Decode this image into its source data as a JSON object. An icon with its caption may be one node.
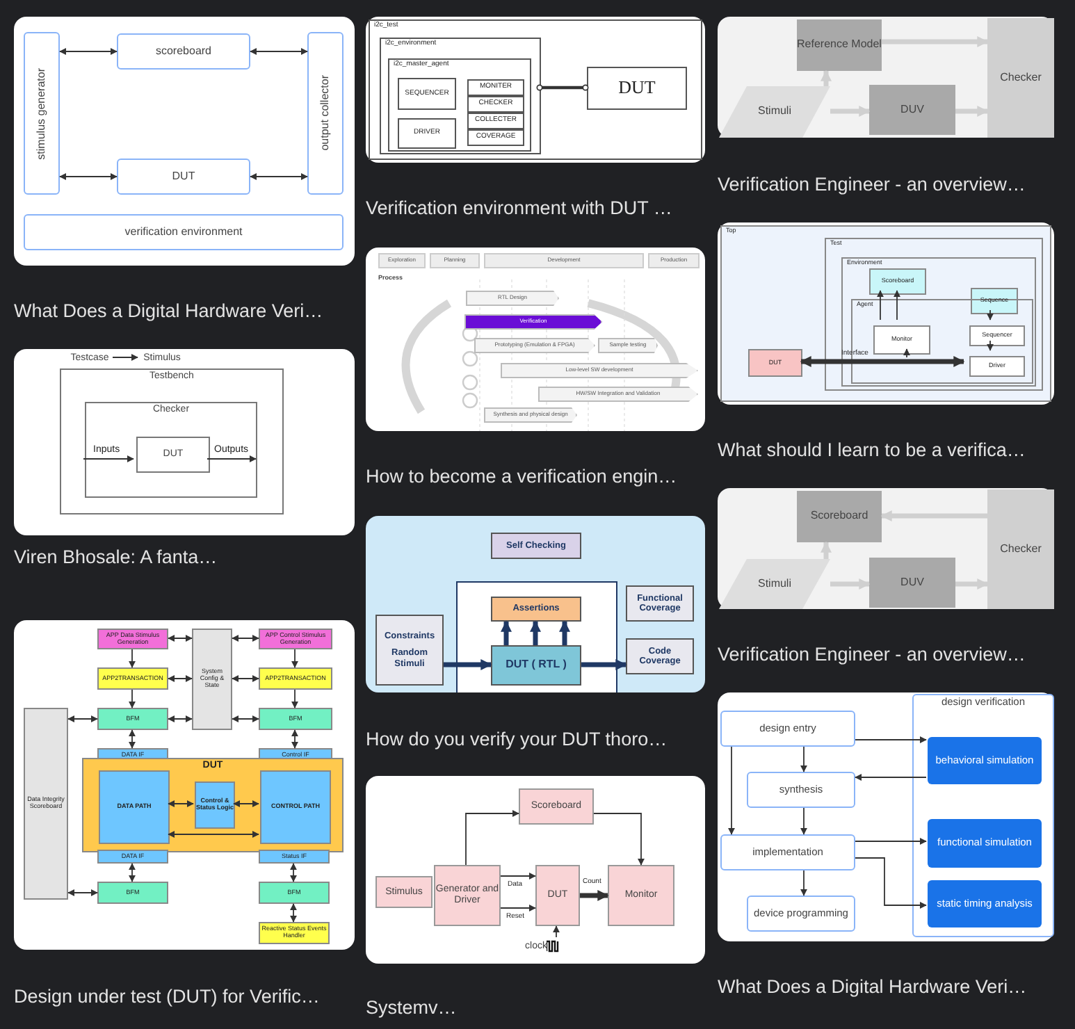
{
  "diagram": {
    "nodes": [
      {
        "text": [
          "What Does a Digital Hardware Veri…"
        ]
      },
      {
        "text": [
          "stimulus generator"
        ],
        "in": 0
      },
      {
        "text": [
          "scoreboard"
        ],
        "in": 0
      },
      {
        "text": [
          "output collector"
        ],
        "in": 0
      },
      {
        "text": [
          "DUT"
        ],
        "in": 0
      },
      {
        "text": [
          "verification environment"
        ],
        "in": 0
      },
      {
        "text": [
          "Viren Bhosale: A fanta…"
        ]
      },
      {
        "text": [
          "Testcase"
        ],
        "in": 6
      },
      {
        "text": [
          "Stimulus"
        ],
        "in": 6
      },
      {
        "text": [
          "Testbench"
        ],
        "in": 6
      },
      {
        "text": [
          "Checker"
        ],
        "in": 9
      },
      {
        "text": [
          "DUT"
        ],
        "in": 10
      },
      {
        "text": [
          "Design under test (DUT) for Verific…"
        ]
      },
      {
        "text": [
          "APP Data Stimulus Generation"
        ],
        "in": 12
      },
      {
        "text": [
          "System Config & State"
        ],
        "in": 12
      },
      {
        "text": [
          "APP Control Stimulus Generation"
        ],
        "in": 12
      },
      {
        "text": [
          "APP2TRANSACTION"
        ],
        "in": 12
      },
      {
        "text": [
          "APP2TRANSACTION"
        ],
        "in": 12
      },
      {
        "text": [
          "Data Integrity Scoreboard"
        ],
        "in": 12
      },
      {
        "text": [
          "BFM"
        ],
        "in": 12
      },
      {
        "text": [
          "BFM"
        ],
        "in": 12
      },
      {
        "text": [
          "DATA IF"
        ],
        "in": 12
      },
      {
        "text": [
          "Control IF"
        ],
        "in": 12
      },
      {
        "text": [
          "DUT"
        ],
        "in": 12
      },
      {
        "text": [
          "DATA PATH"
        ],
        "in": 23
      },
      {
        "text": [
          "Control & Status Logic"
        ],
        "in": 23
      },
      {
        "text": [
          "CONTROL PATH"
        ],
        "in": 23
      },
      {
        "text": [
          "DATA IF"
        ],
        "in": 12
      },
      {
        "text": [
          "Status IF"
        ],
        "in": 12
      },
      {
        "text": [
          "BFM"
        ],
        "in": 12
      },
      {
        "text": [
          "BFM"
        ],
        "in": 12
      },
      {
        "text": [
          "Reactive Status Events Handler"
        ],
        "in": 12
      },
      {
        "text": [
          "Verification environment with DUT …"
        ]
      },
      {
        "text": [
          "i2c_test"
        ],
        "in": 32
      },
      {
        "text": [
          "i2c_environment"
        ],
        "in": 33
      },
      {
        "text": [
          "i2c_master_agent"
        ],
        "in": 34
      },
      {
        "text": [
          "SEQUENCER"
        ],
        "in": 35
      },
      {
        "text": [
          "MONITER"
        ],
        "in": 35
      },
      {
        "text": [
          "CHECKER"
        ],
        "in": 35
      },
      {
        "text": [
          "DRIVER"
        ],
        "in": 35
      },
      {
        "text": [
          "COLLECTER"
        ],
        "in": 35
      },
      {
        "text": [
          "COVERAGE"
        ],
        "in": 35
      },
      {
        "text": [
          "DUT"
        ],
        "in": 33
      },
      {
        "text": [
          "How to become a verification engin…"
        ]
      },
      {
        "text": [
          "Exploration"
        ],
        "in": 43
      },
      {
        "text": [
          "Planning"
        ],
        "in": 43
      },
      {
        "text": [
          "Development"
        ],
        "in": 43
      },
      {
        "text": [
          "Production"
        ],
        "in": 43
      },
      {
        "text": [
          "RTL Design"
        ],
        "in": 43
      },
      {
        "text": [
          "Verification"
        ],
        "in": 43
      },
      {
        "text": [
          "Prototyping (Emulation & FPGA)"
        ],
        "in": 43
      },
      {
        "text": [
          "Sample testing"
        ],
        "in": 43
      },
      {
        "text": [
          "Low-level SW development"
        ],
        "in": 43
      },
      {
        "text": [
          "HW/SW Integration and Validation"
        ],
        "in": 43
      },
      {
        "text": [
          "Synthesis and physical design"
        ],
        "in": 43
      },
      {
        "text": [
          "How do you verify your DUT thoro…"
        ]
      },
      {
        "text": [
          "Self Checking"
        ],
        "in": 55
      },
      {
        "text": [
          "Functional Coverage"
        ],
        "in": 55
      },
      {
        "text": [
          "Assertions"
        ],
        "in": 55
      },
      {
        "text": [
          "Constraints",
          "Random Stimuli"
        ],
        "in": 55
      },
      {
        "text": [
          "DUT ( RTL )"
        ],
        "in": 55
      },
      {
        "text": [
          "Code Coverage"
        ],
        "in": 55
      },
      {
        "text": [
          "Systemv…"
        ]
      },
      {
        "text": [
          "Scoreboard"
        ],
        "in": 62
      },
      {
        "text": [
          "Stimulus"
        ],
        "in": 62
      },
      {
        "text": [
          "Generator and Driver"
        ],
        "in": 62
      },
      {
        "text": [
          "DUT"
        ],
        "in": 62
      },
      {
        "text": [
          "Monitor"
        ],
        "in": 62
      },
      {
        "text": [
          "clock"
        ],
        "in": 62
      },
      {
        "text": [
          "Verification Engineer - an overview…"
        ]
      },
      {
        "text": [
          "Reference Model"
        ],
        "in": 69
      },
      {
        "text": [
          "Checker"
        ],
        "in": 69
      },
      {
        "text": [
          "Stimuli"
        ],
        "in": 69
      },
      {
        "text": [
          "DUV"
        ],
        "in": 69
      },
      {
        "text": [
          "What should I learn to be a verifica…"
        ]
      },
      {
        "text": [
          "Top"
        ],
        "in": 74
      },
      {
        "text": [
          "Test"
        ],
        "in": 75
      },
      {
        "text": [
          "Environment"
        ],
        "in": 76
      },
      {
        "text": [
          "Scoreboard"
        ],
        "in": 77
      },
      {
        "text": [
          "Sequence"
        ],
        "in": 77
      },
      {
        "text": [
          "Agent"
        ],
        "in": 77
      },
      {
        "text": [
          "Monitor"
        ],
        "in": 80
      },
      {
        "text": [
          "Sequencer"
        ],
        "in": 80
      },
      {
        "text": [
          "Driver"
        ],
        "in": 80
      },
      {
        "text": [
          "DUT"
        ],
        "in": 75
      },
      {
        "text": [
          "Verification Engineer - an overview…"
        ]
      },
      {
        "text": [
          "Scoreboard"
        ],
        "in": 85
      },
      {
        "text": [
          "Checker"
        ],
        "in": 85
      },
      {
        "text": [
          "Stimuli"
        ],
        "in": 85
      },
      {
        "text": [
          "DUV"
        ],
        "in": 85
      },
      {
        "text": [
          "What Does a Digital Hardware Veri…"
        ]
      },
      {
        "text": [
          "design entry"
        ],
        "in": 90
      },
      {
        "text": [
          "design verification"
        ],
        "in": 90
      },
      {
        "text": [
          "behavioral simulation"
        ],
        "in": 92
      },
      {
        "text": [
          "synthesis"
        ],
        "in": 90
      },
      {
        "text": [
          "implementation"
        ],
        "in": 90
      },
      {
        "text": [
          "functional simulation"
        ],
        "in": 92
      },
      {
        "text": [
          "static timing analysis"
        ],
        "in": 92
      },
      {
        "text": [
          "device programming"
        ],
        "in": 90
      }
    ],
    "edges": [
      {
        "from": 1,
        "to": 2,
        "arrow": "both"
      },
      {
        "from": 2,
        "to": 3,
        "arrow": "both"
      },
      {
        "from": 1,
        "to": 4,
        "arrow": "both"
      },
      {
        "from": 4,
        "to": 3,
        "arrow": "both"
      },
      {
        "from": 7,
        "to": 8,
        "arrow": "to"
      },
      {
        "from": 10,
        "to": 11,
        "arrow": "to",
        "label": "Inputs"
      },
      {
        "from": 11,
        "to": 10,
        "arrow": "to",
        "label": "Outputs"
      },
      {
        "from": 13,
        "to": 16,
        "arrow": "to"
      },
      {
        "from": 15,
        "to": 17,
        "arrow": "to"
      },
      {
        "from": 16,
        "to": 19,
        "arrow": "to"
      },
      {
        "from": 17,
        "to": 20,
        "arrow": "to"
      },
      {
        "from": 14,
        "to": 13,
        "arrow": "both"
      },
      {
        "from": 14,
        "to": 15,
        "arrow": "both"
      },
      {
        "from": 14,
        "to": 16,
        "arrow": "both"
      },
      {
        "from": 14,
        "to": 17,
        "arrow": "both"
      },
      {
        "from": 14,
        "to": 19,
        "arrow": "both"
      },
      {
        "from": 14,
        "to": 20,
        "arrow": "both"
      },
      {
        "from": 18,
        "to": 19,
        "arrow": "both"
      },
      {
        "from": 19,
        "to": 21,
        "arrow": "both"
      },
      {
        "from": 20,
        "to": 22,
        "arrow": "both"
      },
      {
        "from": 24,
        "to": 25,
        "arrow": "both"
      },
      {
        "from": 25,
        "to": 26,
        "arrow": "both"
      },
      {
        "from": 24,
        "to": 26,
        "arrow": "both"
      },
      {
        "from": 27,
        "to": 29,
        "arrow": "both"
      },
      {
        "from": 28,
        "to": 30,
        "arrow": "both"
      },
      {
        "from": 18,
        "to": 29,
        "arrow": "both"
      },
      {
        "from": 30,
        "to": 31,
        "arrow": "both"
      },
      {
        "from": 34,
        "to": 42,
        "arrow": "other"
      },
      {
        "from": 59,
        "to": 60,
        "arrow": "to",
        "style": "thick",
        "color": "#1f3864"
      },
      {
        "from": 60,
        "to": 58,
        "arrow": "to",
        "style": "thick",
        "color": "#1f3864"
      },
      {
        "from": 60,
        "to": 58,
        "arrow": "to",
        "style": "thick",
        "color": "#1f3864"
      },
      {
        "from": 60,
        "to": 58,
        "arrow": "to",
        "style": "thick",
        "color": "#1f3864"
      },
      {
        "from": 60,
        "to": 61,
        "arrow": "to",
        "style": "thick",
        "color": "#1f3864"
      },
      {
        "from": 65,
        "to": 63,
        "arrow": "to"
      },
      {
        "from": 63,
        "to": 67,
        "arrow": "to"
      },
      {
        "from": 65,
        "to": 66,
        "arrow": "to",
        "label": "Data"
      },
      {
        "from": 65,
        "to": 66,
        "arrow": "to",
        "label": "Reset"
      },
      {
        "from": 66,
        "to": 67,
        "arrow": "to",
        "label": "Count",
        "style": "thick"
      },
      {
        "from": 68,
        "to": 66,
        "arrow": "to"
      },
      {
        "from": 72,
        "to": 73,
        "arrow": "to",
        "style": "thick",
        "color": "#d0d0d0"
      },
      {
        "from": 72,
        "to": 70,
        "arrow": "to",
        "style": "thick",
        "color": "#d0d0d0"
      },
      {
        "from": 70,
        "to": 71,
        "arrow": "to",
        "style": "thick",
        "color": "#d0d0d0"
      },
      {
        "from": 73,
        "to": 71,
        "arrow": "to",
        "style": "thick",
        "color": "#d0d0d0"
      },
      {
        "from": 81,
        "to": 78,
        "arrow": "to"
      },
      {
        "from": 81,
        "to": 78,
        "arrow": "to"
      },
      {
        "from": 79,
        "to": 82,
        "arrow": "to"
      },
      {
        "from": 82,
        "to": 83,
        "arrow": "to"
      },
      {
        "from": 84,
        "to": 83,
        "arrow": "both",
        "label": "Interface",
        "style": "thick"
      },
      {
        "from": null,
        "to": 81,
        "arrow": "to"
      },
      {
        "from": 88,
        "to": 89,
        "arrow": "to",
        "style": "thick",
        "color": "#d0d0d0"
      },
      {
        "from": 88,
        "to": 86,
        "arrow": "to",
        "style": "thick",
        "color": "#d0d0d0"
      },
      {
        "from": 87,
        "to": 86,
        "arrow": "to",
        "style": "thick",
        "color": "#d0d0d0"
      },
      {
        "from": 89,
        "to": 87,
        "arrow": "to",
        "style": "thick",
        "color": "#d0d0d0"
      },
      {
        "from": 91,
        "to": 93,
        "arrow": "to"
      },
      {
        "from": 93,
        "to": 94,
        "arrow": "to"
      },
      {
        "from": 91,
        "to": 94,
        "arrow": "to"
      },
      {
        "from": 91,
        "to": 95,
        "arrow": "to"
      },
      {
        "from": 94,
        "to": 95,
        "arrow": "to"
      },
      {
        "from": 95,
        "to": 96,
        "arrow": "to"
      },
      {
        "from": 95,
        "to": 97,
        "arrow": "to"
      },
      {
        "from": 95,
        "to": 98,
        "arrow": "to"
      }
    ],
    "labels": [
      "Process"
    ]
  }
}
